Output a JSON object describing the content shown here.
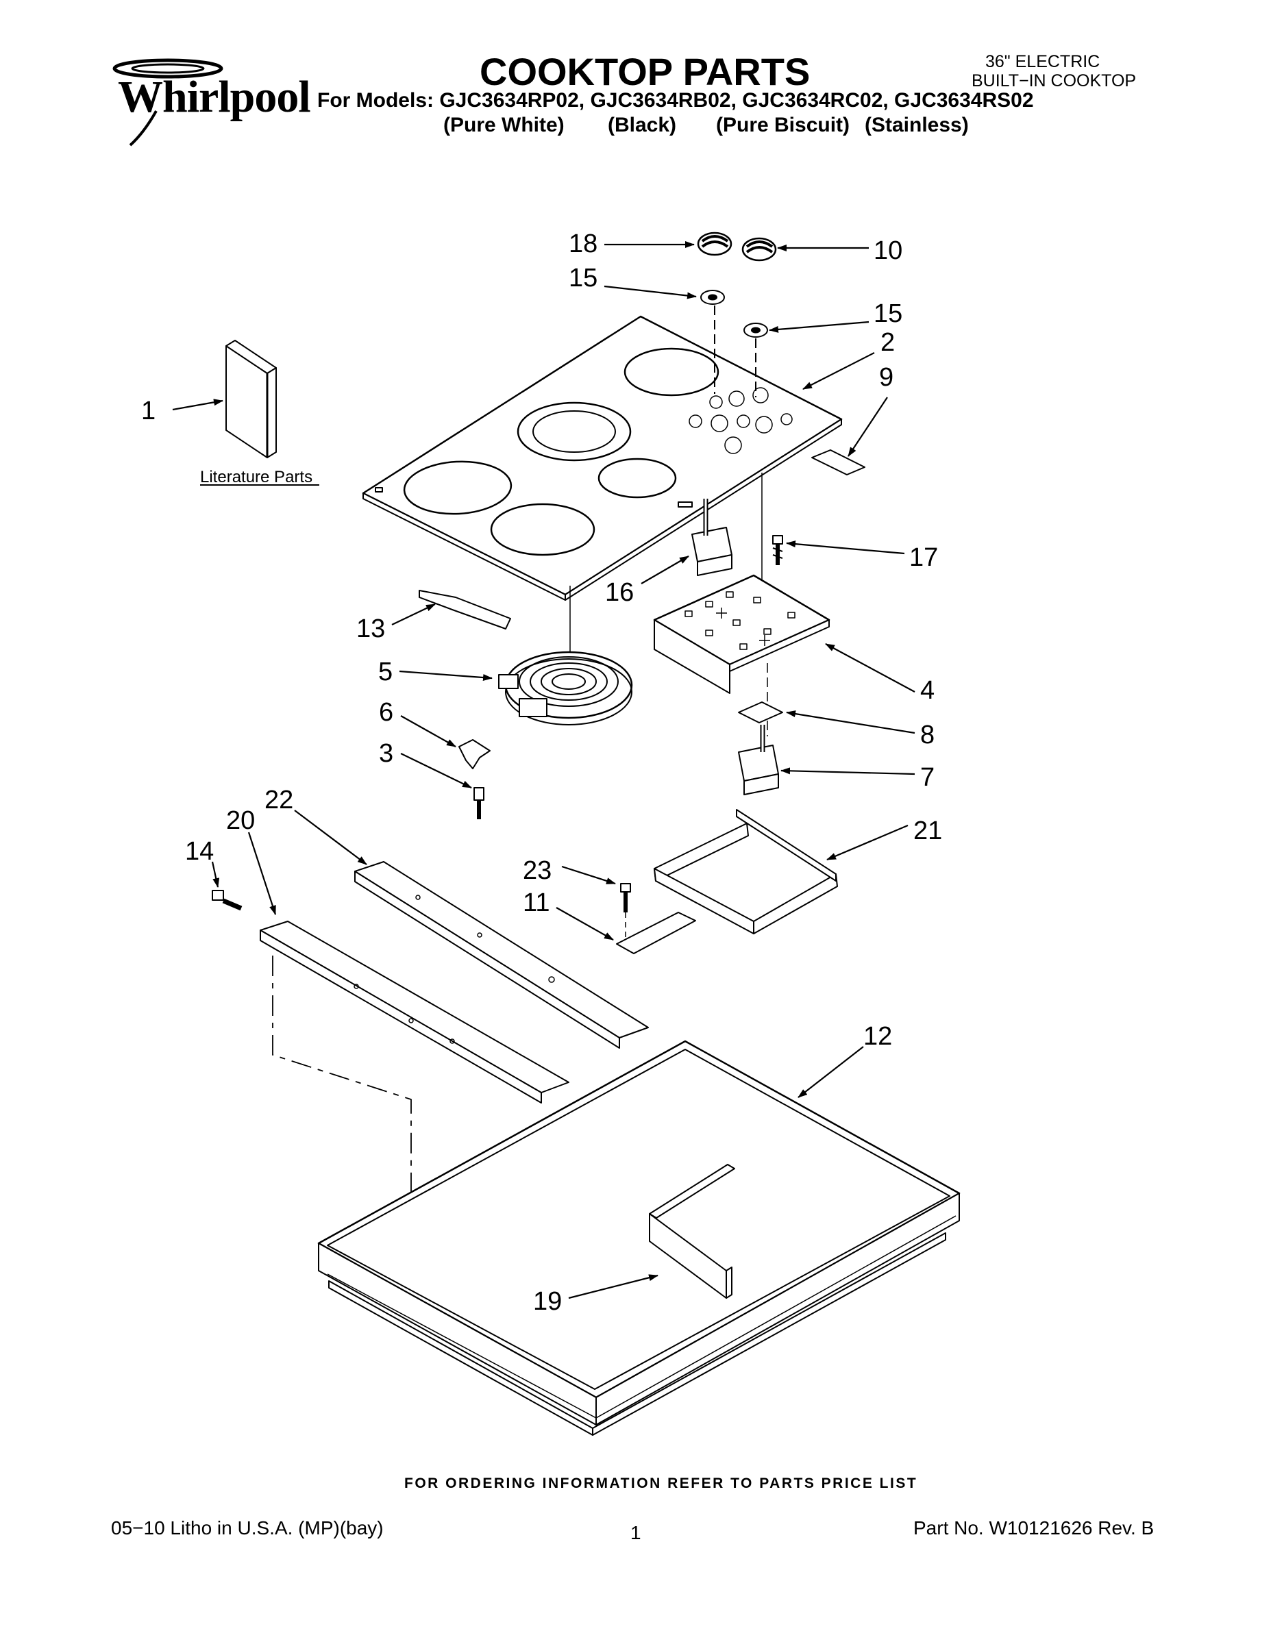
{
  "header": {
    "brand": "Whirlpool",
    "title": "COOKTOP PARTS",
    "models_line": "For Models: GJC3634RP02, GJC3634RB02, GJC3634RC02, GJC3634RS02",
    "finishes": [
      "(Pure White)",
      "(Black)",
      "(Pure Biscuit)",
      "(Stainless)"
    ],
    "subtitle_line1": "36\" ELECTRIC",
    "subtitle_line2": "BUILT−IN COOKTOP"
  },
  "diagram": {
    "literature_label": "Literature Parts",
    "callouts": [
      "1",
      "2",
      "3",
      "4",
      "5",
      "6",
      "7",
      "8",
      "9",
      "10",
      "11",
      "12",
      "13",
      "14",
      "15",
      "15",
      "16",
      "17",
      "18",
      "19",
      "20",
      "21",
      "22",
      "23"
    ]
  },
  "footer": {
    "ordering_note": "FOR ORDERING INFORMATION REFER TO PARTS PRICE LIST",
    "litho": "05−10 Litho in U.S.A. (MP)(bay)",
    "page_number": "1",
    "part_number": "Part No. W10121626 Rev. B"
  }
}
